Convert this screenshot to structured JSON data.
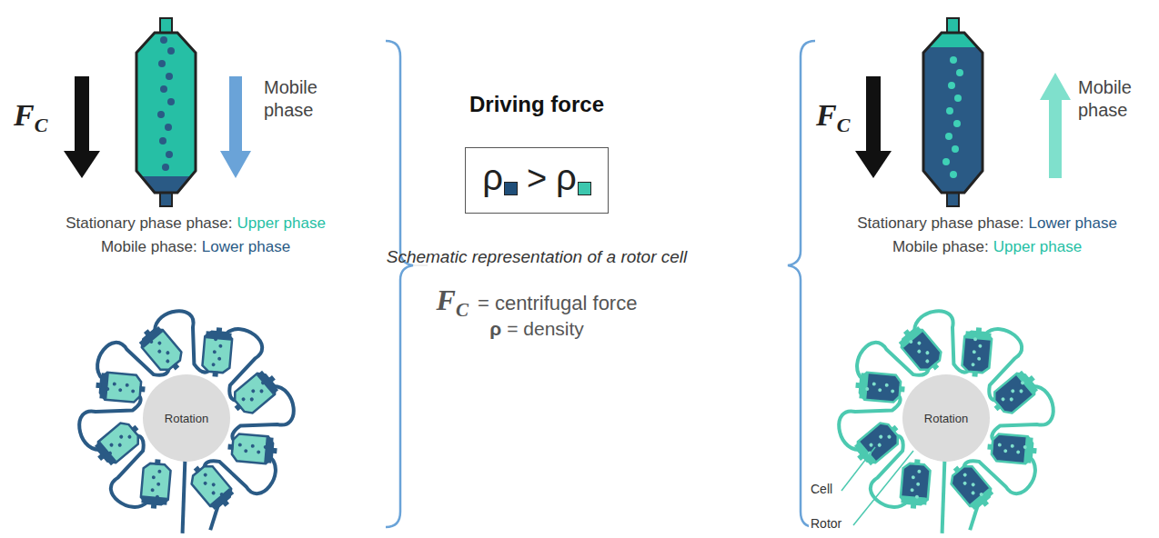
{
  "diagram": {
    "nodes": [
      {
        "text": [
          "Rotation"
        ]
      },
      {
        "text": [
          "Driving force",
          "ρ",
          ">",
          "ρ"
        ]
      },
      {
        "text": [
          "Rotation"
        ]
      }
    ],
    "labels": [
      "F",
      "C",
      "Mobile phase",
      "Stationary phase phase:",
      "Upper phase",
      "Mobile phase:",
      "Lower phase",
      "Schematic representation of a rotor cell",
      "F",
      "C",
      "= centrifugal force",
      "ρ",
      "= density",
      "F",
      "C",
      "Mobile phase",
      "Stationary phase phase:",
      "Lower phase",
      "Mobile phase:",
      "Upper phase",
      "Cell",
      "Rotor"
    ]
  }
}
